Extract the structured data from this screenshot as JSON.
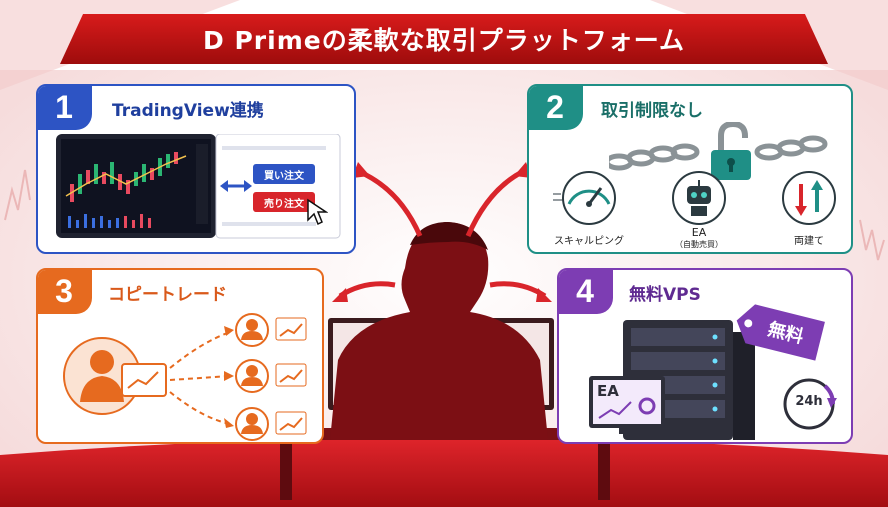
{
  "banner": {
    "title": "D Primeの柔軟な取引プラットフォーム"
  },
  "cards": {
    "c1": {
      "number": "1",
      "title": "TradingView連携",
      "buy_label": "買い注文",
      "sell_label": "売り注文"
    },
    "c2": {
      "number": "2",
      "title": "取引制限なし",
      "scalping_label": "スキャルピング",
      "ea_label": "EA",
      "ea_sub_label": "（自動売買）",
      "hedge_label": "両建て"
    },
    "c3": {
      "number": "3",
      "title": "コピートレード"
    },
    "c4": {
      "number": "4",
      "title": "無料VPS",
      "free_tag": "無料",
      "ea_screen_label": "EA",
      "clock_label": "24h"
    }
  },
  "colors": {
    "brand_red": "#c8161d",
    "card1": "#2d54c4",
    "card2": "#1f8f86",
    "card3": "#e66a1f",
    "card4": "#7d3db3"
  }
}
